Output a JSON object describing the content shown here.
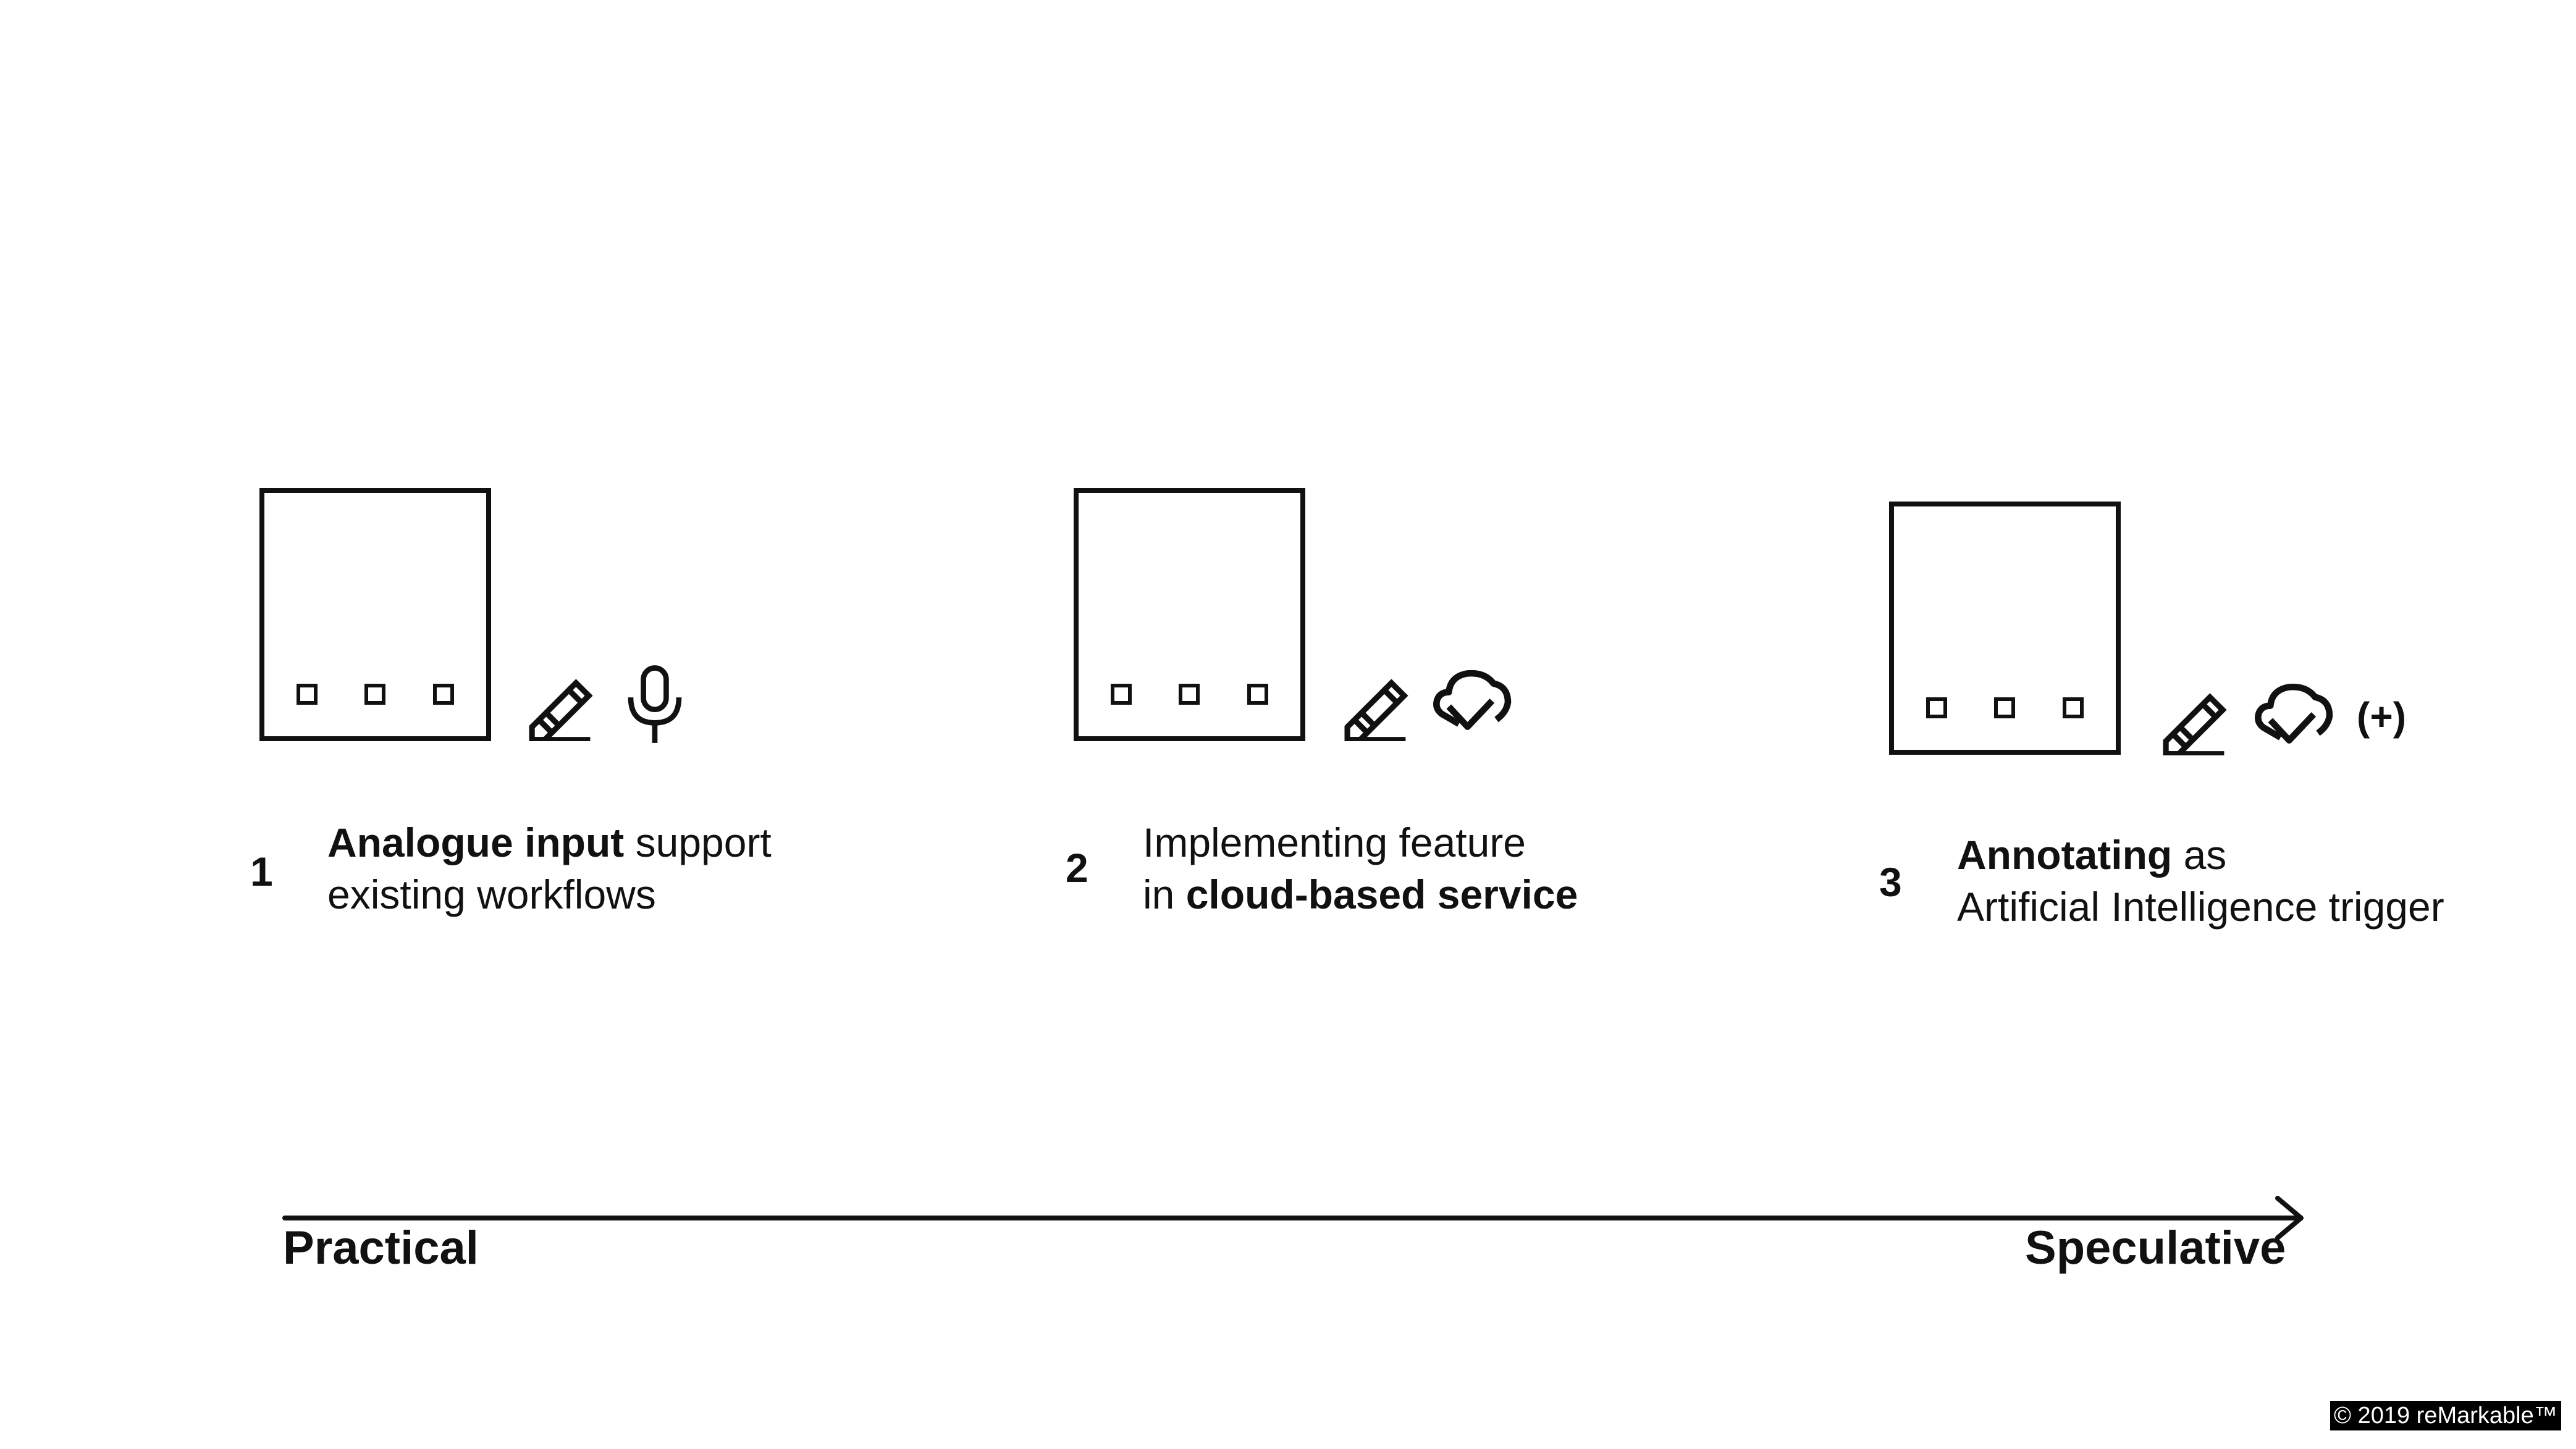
{
  "stages": [
    {
      "number": "1",
      "caption_line1_bold": "Analogue input",
      "caption_line1_rest": " support",
      "caption_line2_pre": "existing workflows",
      "caption_line2_bold": "",
      "icons": [
        "pen-icon",
        "microphone-icon"
      ]
    },
    {
      "number": "2",
      "caption_line1_bold": "",
      "caption_line1_rest": "Implementing feature",
      "caption_line2_pre": "in ",
      "caption_line2_bold": "cloud-based service",
      "icons": [
        "pen-icon",
        "cloud-check-icon"
      ]
    },
    {
      "number": "3",
      "caption_line1_bold": "Annotating",
      "caption_line1_rest": " as",
      "caption_line2_pre": "Artificial Intelligence trigger",
      "caption_line2_bold": "",
      "icons": [
        "pen-icon",
        "cloud-check-icon"
      ],
      "extra_label": "(+)"
    }
  ],
  "axis": {
    "start_label": "Practical",
    "end_label": "Speculative"
  },
  "copyright": "© 2019 reMarkable™",
  "colors": {
    "ink": "#111111",
    "background": "#ffffff"
  }
}
